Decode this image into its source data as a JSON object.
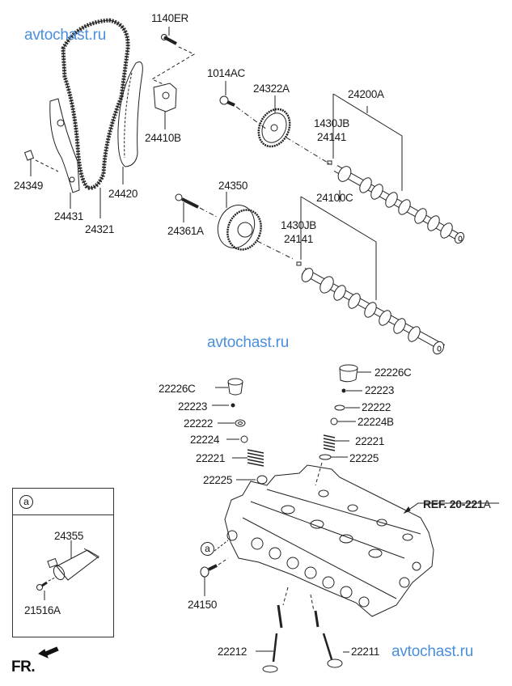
{
  "diagram": {
    "title": "Camshaft & Valve / Cylinder Head exploded view",
    "watermarks": [
      "avtochast.ru",
      "avtochast.ru",
      "avtochast.ru"
    ],
    "watermark_color": "#4a8fdc",
    "labels": {
      "p1140ER": "1140ER",
      "p1014AC": "1014AC",
      "p24322A": "24322A",
      "p24200A": "24200A",
      "p1430JB_top": "1430JB",
      "p24141_top": "24141",
      "p24410B": "24410B",
      "p24349": "24349",
      "p24420": "24420",
      "p24431": "24431",
      "p24321": "24321",
      "p24350": "24350",
      "p24100C": "24100C",
      "p24361A": "24361A",
      "p1430JB_bot": "1430JB",
      "p24141_bot": "24141",
      "p22226C_l": "22226C",
      "p22223_l": "22223",
      "p22222_l": "22222",
      "p22224": "22224",
      "p22221_l": "22221",
      "p22225_l": "22225",
      "p22226C_r": "22226C",
      "p22223_r": "22223",
      "p22222_r": "22222",
      "p22224B": "22224B",
      "p22221_r": "22221",
      "p22225_r": "22225",
      "p24150": "24150",
      "p22212": "22212",
      "p22211": "22211"
    },
    "reference": {
      "text": "REF. 20-221",
      "suffix": "A"
    },
    "callout_marker": "a",
    "inset": {
      "marker": "a",
      "labels": {
        "p24355": "24355",
        "p21516A": "21516A"
      }
    },
    "front_indicator": "FR."
  }
}
